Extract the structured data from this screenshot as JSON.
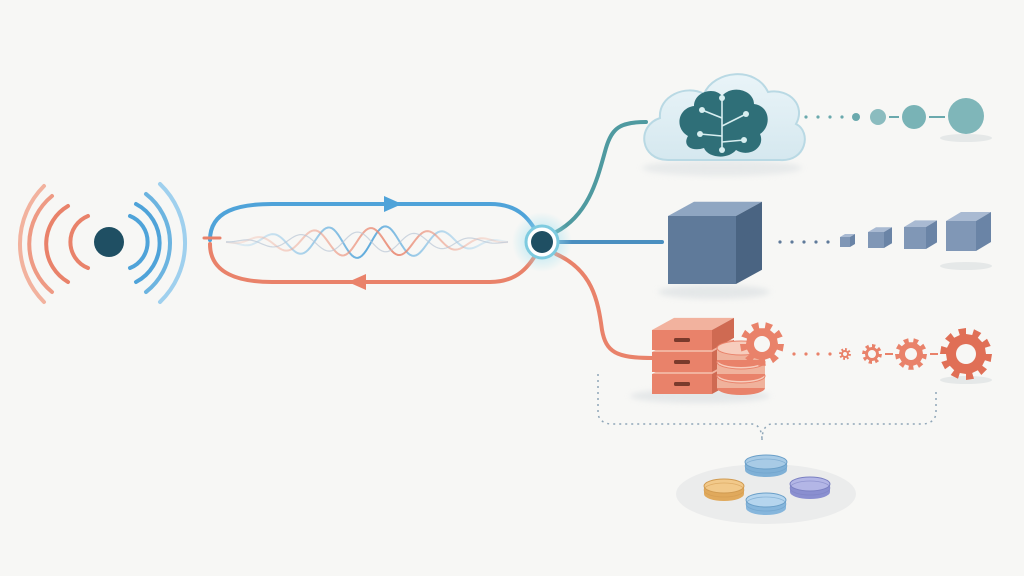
{
  "colors": {
    "background": "#f7f7f5",
    "coral": "#e9826a",
    "coral_light": "#f2b29e",
    "blue": "#4fa3d9",
    "blue_light": "#9fd0ee",
    "teal": "#3f8f97",
    "teal_dark": "#2f6f78",
    "slate": "#5f7a9a",
    "slate_light": "#8fa6c2",
    "hub": "#1f4f63",
    "gold": "#e8b86a",
    "lavender": "#8a8fd0"
  },
  "icons": {
    "source": "radio-transmitter-icon",
    "hub": "hub-node-icon",
    "cloud": "cloud-brain-icon",
    "server": "server-stack-icon",
    "storage": "storage-drawers-icon",
    "database": "database-cylinder-icon",
    "gear": "gear-icon",
    "pool": "data-pool-icon"
  },
  "diagram": {
    "flows": [
      {
        "name": "forward",
        "direction": "right",
        "color": "blue"
      },
      {
        "name": "return",
        "direction": "left",
        "color": "coral"
      }
    ],
    "branches": [
      {
        "target": "cloud",
        "trail": "circles",
        "color": "teal"
      },
      {
        "target": "server",
        "trail": "cubes",
        "color": "slate"
      },
      {
        "target": "storage",
        "trail": "gears",
        "color": "coral"
      }
    ],
    "pool": {
      "discs": 4
    }
  }
}
